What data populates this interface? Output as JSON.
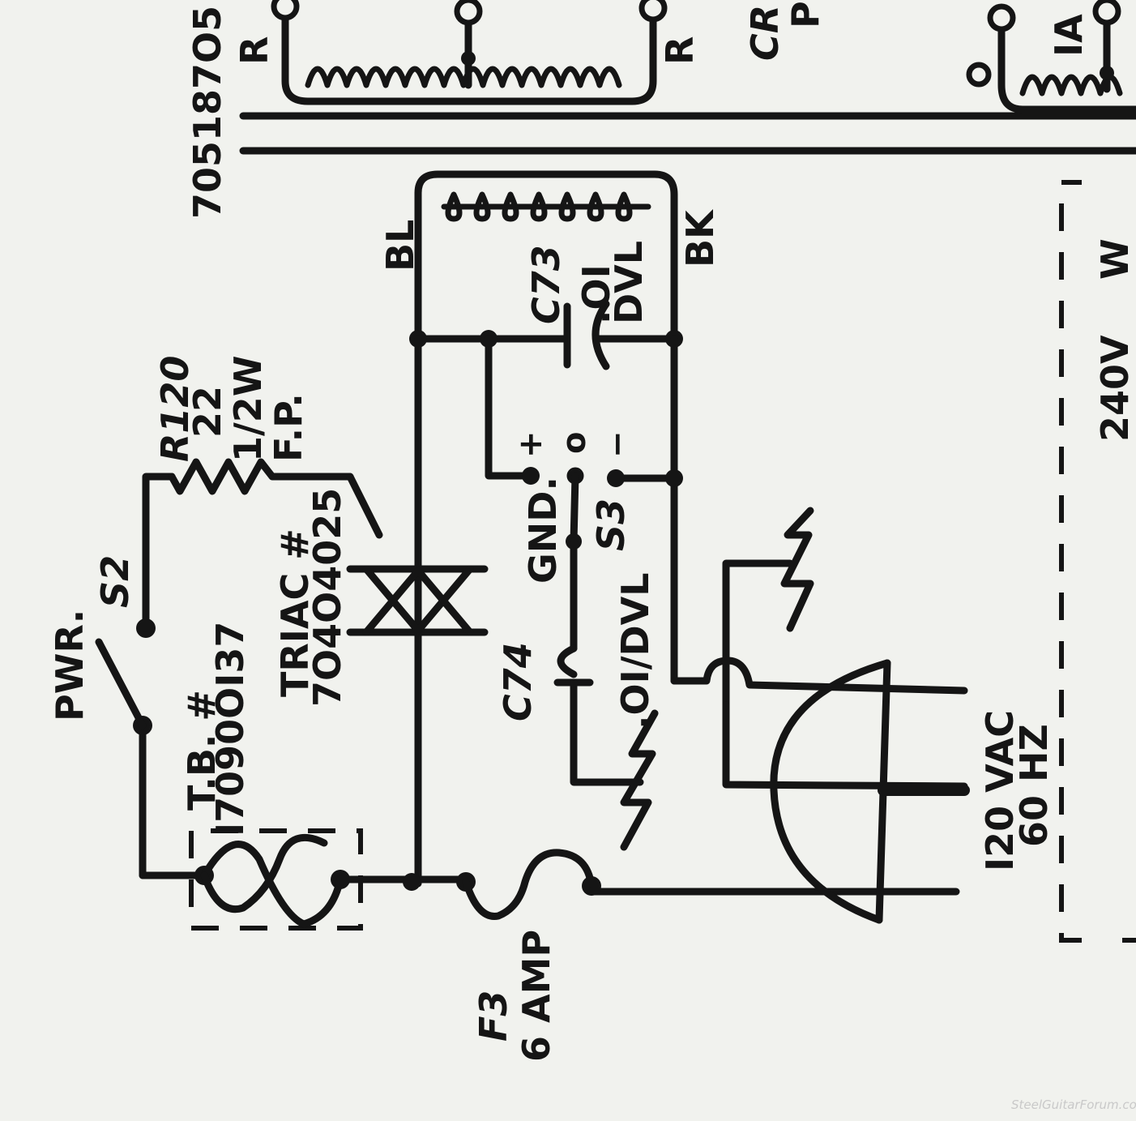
{
  "diagram": {
    "colors": {
      "ink": "#151515",
      "paper": "#f1f2ee"
    },
    "labels": {
      "part_top": "705187O5",
      "wire_r_left": "R",
      "wire_r_right": "R",
      "wire_bl": "BL",
      "wire_bk": "BK",
      "frag_cr": "CR",
      "frag_p": "P",
      "frag_ia": "IA",
      "pwr": "PWR.",
      "s2": "S2",
      "r120": "R120",
      "r120_value": "22",
      "r120_watt": "1/2W",
      "r120_type": "F.P.",
      "tb": "T.B. #",
      "tb_part": "I7090OI37",
      "triac": "TRIAC #",
      "triac_part": "7O4O4025",
      "c73": "C73",
      "c73_value": ".OI",
      "c73_type": "DVL",
      "c74": "C74",
      "c74_value": ".OI/DVL",
      "gnd": "GND.",
      "s3": "S3",
      "s3_plus": "+",
      "s3_zero": "o",
      "s3_minus": "−",
      "f3": "F3",
      "f3_rating": "6 AMP",
      "vac": "I20 VAC",
      "hz": "60 HZ",
      "v240": "240V",
      "w": "W"
    },
    "watermark": "SteelGuitarForum.com"
  }
}
